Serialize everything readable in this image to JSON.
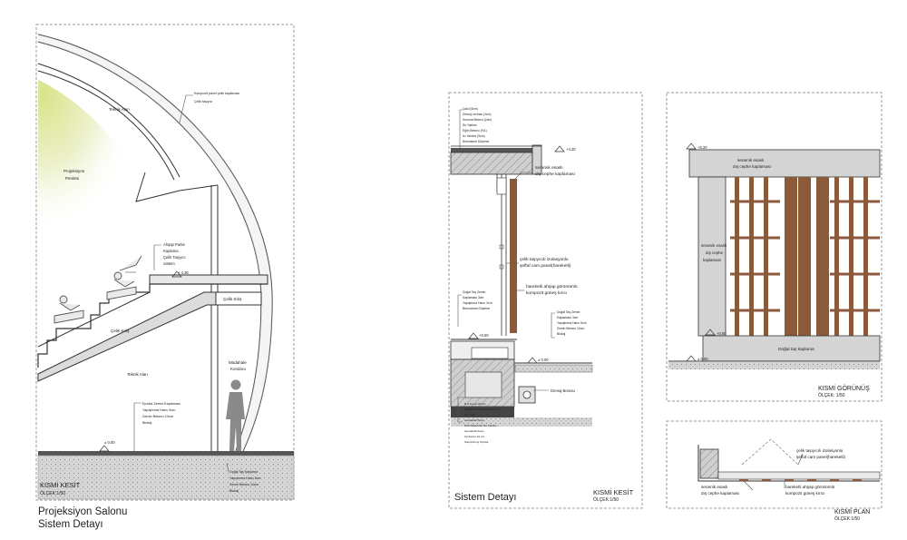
{
  "panel1": {
    "labels": {
      "technical_area_top": "Teknik Alan",
      "projection_screen": "Projeksiyon\nPerdesi",
      "roof_note_1": "Kompozit panel çelik kaplaması",
      "roof_note_2": "Çelik taşıyıcı",
      "parquet_1": "Ahşap Parke",
      "parquet_2": "Kaplama",
      "parquet_3": "Çelik Taşıyıcı",
      "parquet_4": "Sistem",
      "level_top": "+ 4.30",
      "steel_beam": "Çelik Kiriş",
      "steel_beam_2": "Çelik Kiriş",
      "technical_area_bottom": "Teknik Alan",
      "intervention": "Müdahale\nKondoru",
      "floor_note_1": "Epoksi Zemin Kaplaması",
      "floor_note_2": "Yapıştırma Harcı 5cm",
      "floor_note_3": "Zemin Betonu 10cm",
      "floor_note_4": "Blokaj",
      "level_ground": "± 0.00",
      "found_1": "Doğal Taş Kaplama",
      "found_2": "Yapıştırma Harcı 5cm",
      "found_3": "Zemin Betonu 10cm",
      "found_4": "Blokaj"
    },
    "sheet_title": "KISMİ KESİT",
    "sheet_scale": "ÖLÇEK:1/50",
    "caption_line1": "Projeksiyon Salonu",
    "caption_line2": "Sistem Detayı"
  },
  "panel2": {
    "roof_layers": [
      "Çakıl (5cm)",
      "Drenaj Levhası (2cm)",
      "Koruma Betonu (2cm)",
      "Su Yalıtımı",
      "Eğim Betonu (%1)",
      "Isı Yalıtımı (5cm)",
      "Betonarme Döşeme"
    ],
    "level_top": "+4.20",
    "cladding_1": "seramik esaslı",
    "cladding_2": "dış cephe kaplaması",
    "glass_1": "çelik taşıyıcılı izolasyonlu",
    "glass_2": "şeffaf cam panel(hareketli)",
    "wood_1": "hareketli ahşap görünümlü",
    "wood_2": "kompozit güneş kırıcı",
    "left_floor": [
      "Doğal Taş Zemin",
      "Kaplaması 3cm",
      "Yapıştırma Harcı 3cm",
      "Betonarme Döşeme"
    ],
    "level_mid": "+0.60",
    "right_floor": [
      "Doğal Taş Zemin",
      "Kaplaması 3cm",
      "Yapıştırma Harcı 5cm",
      "Zemin Betonu 10cm",
      "Blokaj"
    ],
    "level_ground": "± 0.00",
    "drain": "Drenaj Borusu",
    "found_layers": [
      "B.A.Temel 60 cm",
      "Dolgulu Koruma Betonu 4cm",
      "P.E. Örtü",
      "Geotekstil Keçe",
      "PVC Membran Su Yalıtımı",
      "Geotekstil Keçe",
      "Grobeton 10 cm",
      "Sıkıştırılmış Toprak"
    ],
    "sheet_title": "KISMİ KESİT",
    "sheet_scale": "ÖLÇEK:1/50",
    "caption": "Sistem Detayı"
  },
  "panel3": {
    "level_top": "+5.20",
    "top_clad_1": "seramik esaslı",
    "top_clad_2": "dış cephe kaplaması",
    "side_clad_1": "seramik esaslı",
    "side_clad_2": "dış cephe",
    "side_clad_3": "kaplaması",
    "level_mid": "+0.60",
    "stone": "Doğal taş kaplama",
    "level_ground": "± 0.00",
    "sheet_title": "KISMİ GÖRÜNÜŞ",
    "sheet_scale": "ÖLÇEK: 1/50"
  },
  "panel4": {
    "glass_1": "çelik taşıyıcılı izolasyonlu",
    "glass_2": "şeffaf cam panel(hareketli)",
    "clad_1": "seramik esaslı",
    "clad_2": "dış cephe kaplaması",
    "wood_1": "hareketli ahşap görünümlü",
    "wood_2": "kompozit güneş kırıcı",
    "sheet_title": "KISMİ PLAN",
    "sheet_scale": "ÖLÇEK:1/50"
  },
  "colors": {
    "wood": "#8a5a3b",
    "concrete": "#b5b5b5",
    "line": "#333333",
    "screen_glow": "#e6edb0"
  }
}
